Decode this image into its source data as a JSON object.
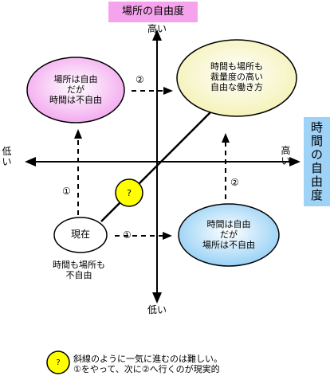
{
  "axes": {
    "vertical_title": "場所の自由度",
    "horizontal_title": "時間の自由度",
    "top_label": "高い",
    "bottom_label": "低い",
    "left_label": "低い",
    "right_label": "高い"
  },
  "quadrants": {
    "top_left": [
      "場所は自由",
      "だが",
      "時間は不自由"
    ],
    "top_right": [
      "時間も場所も",
      "裁量度の高い",
      "自由な働き方"
    ],
    "bottom_right": [
      "時間は自由",
      "だが",
      "場所は不自由"
    ]
  },
  "current": {
    "label": "現在",
    "caption": [
      "時間も場所も",
      "不自由"
    ]
  },
  "steps": {
    "step1": "①",
    "step2": "②",
    "diagonal_badge": "?"
  },
  "note": {
    "badge": "?",
    "lines": [
      "斜線のように一気に進むのは難しい。",
      "①をやって、次に②へ行くのが現実的"
    ]
  },
  "colors": {
    "pink": "#f2a3ee",
    "yellow": "#f4f1b2",
    "blue": "#8fcdf5",
    "badge": "#ffff00"
  }
}
